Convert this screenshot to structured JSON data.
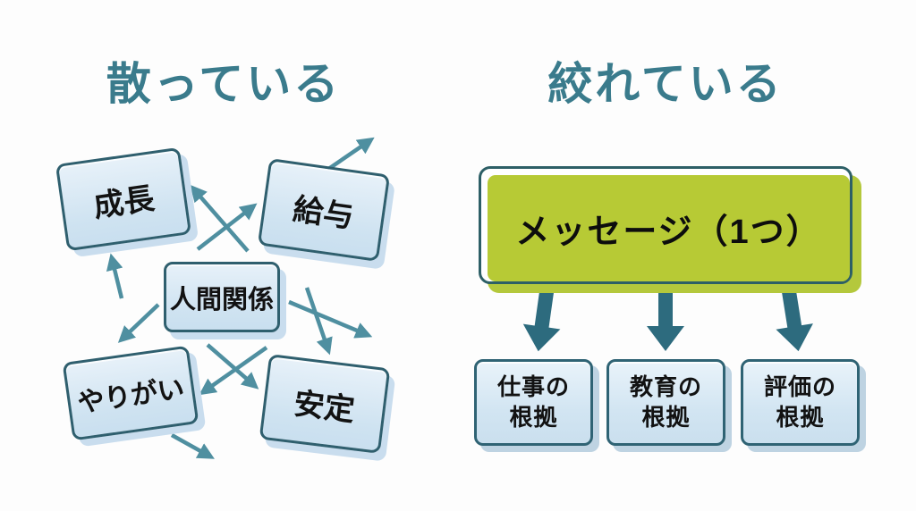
{
  "titles": {
    "left": "散っている",
    "right": "絞れている"
  },
  "left_panel": {
    "boxes": [
      {
        "label": "成長"
      },
      {
        "label": "給与"
      },
      {
        "label": "人間関係"
      },
      {
        "label": "やりがい"
      },
      {
        "label": "安定"
      }
    ]
  },
  "right_panel": {
    "message_label": "メッセージ（1つ）",
    "evidence_boxes": [
      {
        "label": "仕事の\n根拠"
      },
      {
        "label": "教育の\n根拠"
      },
      {
        "label": "評価の\n根拠"
      }
    ]
  },
  "colors": {
    "title_teal": "#3a7b8c",
    "box_border_teal": "#2f5f6e",
    "box_fill_blue": "#d2e5f2",
    "box_shadow_blue": "#c9ddee",
    "thin_arrow_teal": "#4f8fa0",
    "thick_arrow_teal": "#2d6b7e",
    "message_green": "#b7ca35",
    "message_border": "#2d5f66",
    "text_black": "#121212"
  }
}
